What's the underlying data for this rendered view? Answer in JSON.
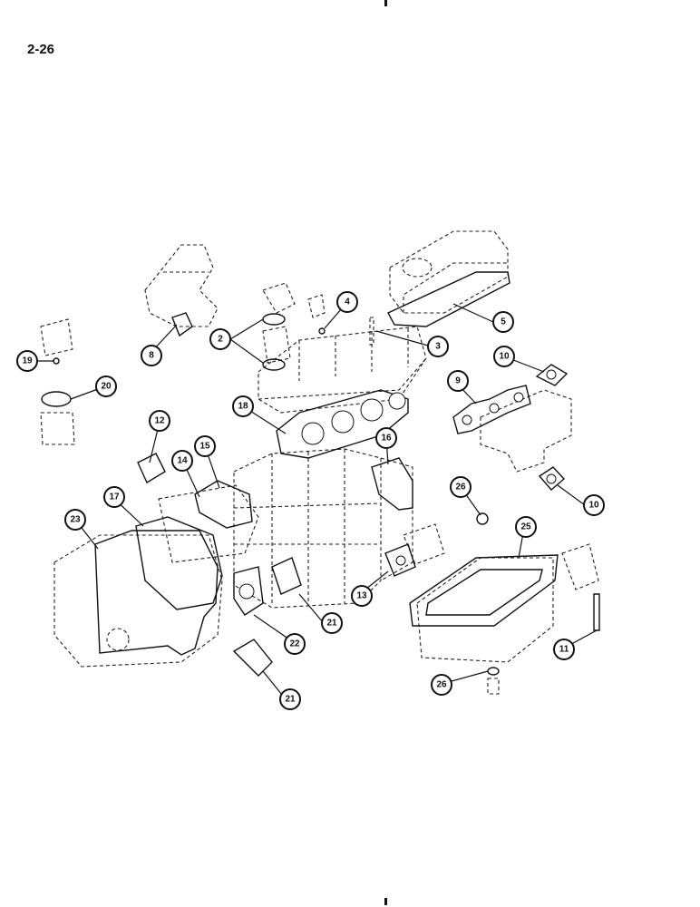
{
  "page": {
    "number": "2-26"
  },
  "callouts": [
    {
      "id": "c2",
      "label": "2"
    },
    {
      "id": "c3",
      "label": "3"
    },
    {
      "id": "c4",
      "label": "4"
    },
    {
      "id": "c5",
      "label": "5"
    },
    {
      "id": "c8",
      "label": "8"
    },
    {
      "id": "c9",
      "label": "9"
    },
    {
      "id": "c10a",
      "label": "10"
    },
    {
      "id": "c10b",
      "label": "10"
    },
    {
      "id": "c11",
      "label": "11"
    },
    {
      "id": "c12",
      "label": "12"
    },
    {
      "id": "c13",
      "label": "13"
    },
    {
      "id": "c14",
      "label": "14"
    },
    {
      "id": "c15",
      "label": "15"
    },
    {
      "id": "c16",
      "label": "16"
    },
    {
      "id": "c17",
      "label": "17"
    },
    {
      "id": "c18",
      "label": "18"
    },
    {
      "id": "c19",
      "label": "19"
    },
    {
      "id": "c20",
      "label": "20"
    },
    {
      "id": "c21a",
      "label": "21"
    },
    {
      "id": "c21b",
      "label": "21"
    },
    {
      "id": "c22",
      "label": "22"
    },
    {
      "id": "c23",
      "label": "23"
    },
    {
      "id": "c25",
      "label": "25"
    },
    {
      "id": "c26a",
      "label": "26"
    },
    {
      "id": "c26b",
      "label": "26"
    }
  ]
}
